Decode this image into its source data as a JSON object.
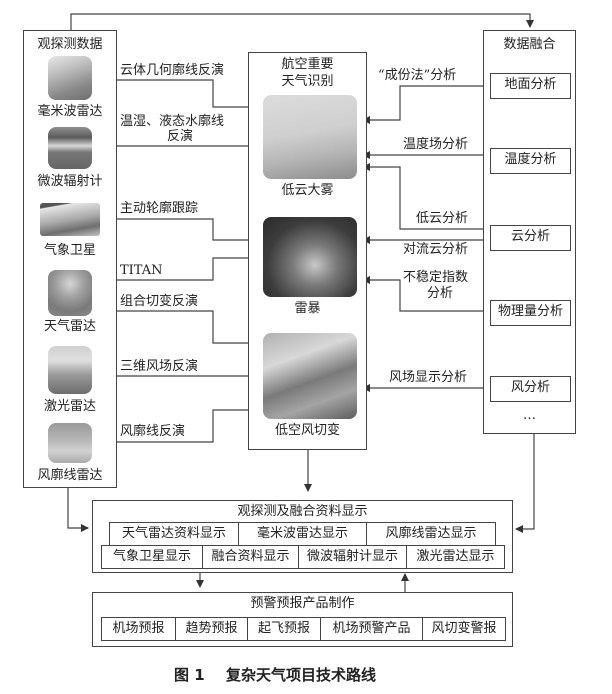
{
  "left_panel": {
    "title": "观探测数据",
    "sources": [
      {
        "label": "毫米波雷达",
        "icon": "millimeter-radar-photo"
      },
      {
        "label": "微波辐射计",
        "icon": "microwave-radiometer-photo"
      },
      {
        "label": "气象卫星",
        "icon": "satellite-image-photo"
      },
      {
        "label": "天气雷达",
        "icon": "weather-radar-tower-photo"
      },
      {
        "label": "激光雷达",
        "icon": "lidar-photo"
      },
      {
        "label": "风廓线雷达",
        "icon": "wind-profiler-photo"
      }
    ]
  },
  "left_links": [
    {
      "label": "云体几何廓线反演"
    },
    {
      "label_line1": "温湿、液态水廓线",
      "label_line2": "反演"
    },
    {
      "label": "主动轮廓跟踪"
    },
    {
      "label": "TITAN"
    },
    {
      "label": "组合切变反演"
    },
    {
      "label": "三维风场反演"
    },
    {
      "label": "风廓线反演"
    }
  ],
  "center_panel": {
    "title_line1": "航空重要",
    "title_line2": "天气识别",
    "phenomena": [
      {
        "label": "低云大雾",
        "icon": "fog-photo"
      },
      {
        "label": "雷暴",
        "icon": "thunderstorm-photo"
      },
      {
        "label": "低空风切变",
        "icon": "wind-shear-photo"
      }
    ]
  },
  "right_links": [
    {
      "label": "“成份法”分析"
    },
    {
      "label": "温度场分析"
    },
    {
      "label": "低云分析"
    },
    {
      "label": "对流云分析"
    },
    {
      "label_line1": "不稳定指数",
      "label_line2": "分析"
    },
    {
      "label": "风场显示分析"
    }
  ],
  "right_panel": {
    "title": "数据融合",
    "items": [
      "地面分析",
      "温度分析",
      "云分析",
      "物理量分析",
      "风分析"
    ],
    "ellipsis": "…"
  },
  "display_panel": {
    "title": "观探测及融合资料显示",
    "row1": [
      "天气雷达资料显示",
      "毫米波雷达显示",
      "风廓线雷达显示"
    ],
    "row2": [
      "气象卫星显示",
      "融合资料显示",
      "微波辐射计显示",
      "激光雷达显示"
    ]
  },
  "product_panel": {
    "title": "预警预报产品制作",
    "items": [
      "机场预报",
      "趋势预报",
      "起飞预报",
      "机场预警产品",
      "风切变警报"
    ]
  },
  "caption": {
    "figure": "图 1",
    "title": "复杂天气项目技术路线"
  }
}
